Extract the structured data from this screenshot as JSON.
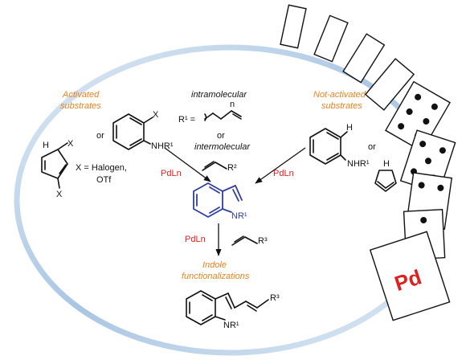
{
  "activated": {
    "line1": "Activated",
    "line2": "substrates"
  },
  "not_activated": {
    "line1": "Not-activated",
    "line2": "substrates"
  },
  "center": {
    "intramolecular": "intramolecular",
    "r1_eq": "R¹ =",
    "n": "n",
    "or": "or",
    "intermolecular": "intermolecular",
    "r2": "R²"
  },
  "left_sub": {
    "or": "or",
    "x_top": "X",
    "nhr1": "NHR¹",
    "h": "H",
    "x_side": "X",
    "x_bottom": "X",
    "x_eq": "X = Halogen,",
    "otf": "OTf"
  },
  "right_sub": {
    "h": "H",
    "nhr1": "NHR¹",
    "or": "or",
    "nh": "H"
  },
  "catalyst": {
    "left": "PdLn",
    "right": "PdLn",
    "mid": "PdLn"
  },
  "indole": {
    "nr1": "NR¹"
  },
  "alkene": {
    "r3": "R³"
  },
  "functionalization": {
    "line1": "Indole",
    "line2": "functionalizations"
  },
  "product": {
    "nr1": "NR¹",
    "r3": "R³"
  },
  "domino": {
    "label": "Pd"
  },
  "colors": {
    "orange": "#e8821e",
    "red": "#e0201f",
    "blue": "#2f3f9e",
    "ring": "#b9d3ea"
  }
}
